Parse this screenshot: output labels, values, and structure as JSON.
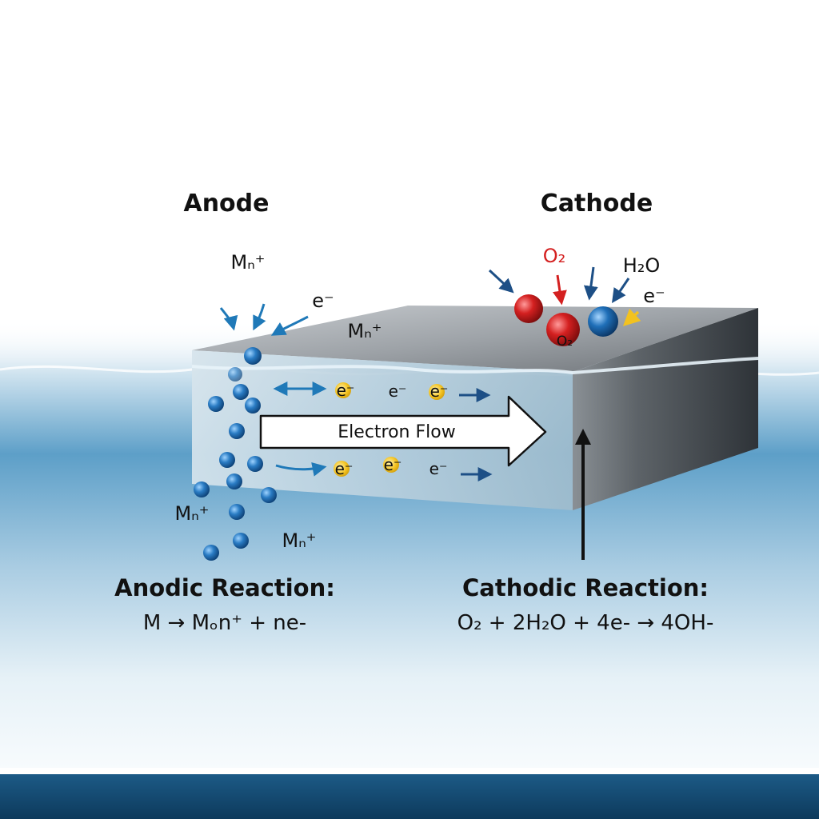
{
  "anode": {
    "title": "Anode",
    "ion_label": "Mₙ⁺",
    "electron_label": "e⁻",
    "reaction_title": "Anodic Reaction:",
    "reaction_equation": "M → Mₒn⁺ + ne-"
  },
  "cathode": {
    "title": "Cathode",
    "oxygen_label": "O₂",
    "water_label": "H₂O",
    "electron_label": "e⁻",
    "reaction_title": "Cathodic Reaction:",
    "reaction_equation": "O₂ + 2H₂O + 4e- → 4OH-"
  },
  "flow": {
    "label": "Electron Flow",
    "electron_label": "e⁻"
  },
  "colors": {
    "water": "#3f8fbf",
    "metal": "#8e9399",
    "ion": "#1f6fb8",
    "electron": "#f3c21f",
    "oxygen": "#d42020",
    "bottom_band": "#11466e"
  }
}
